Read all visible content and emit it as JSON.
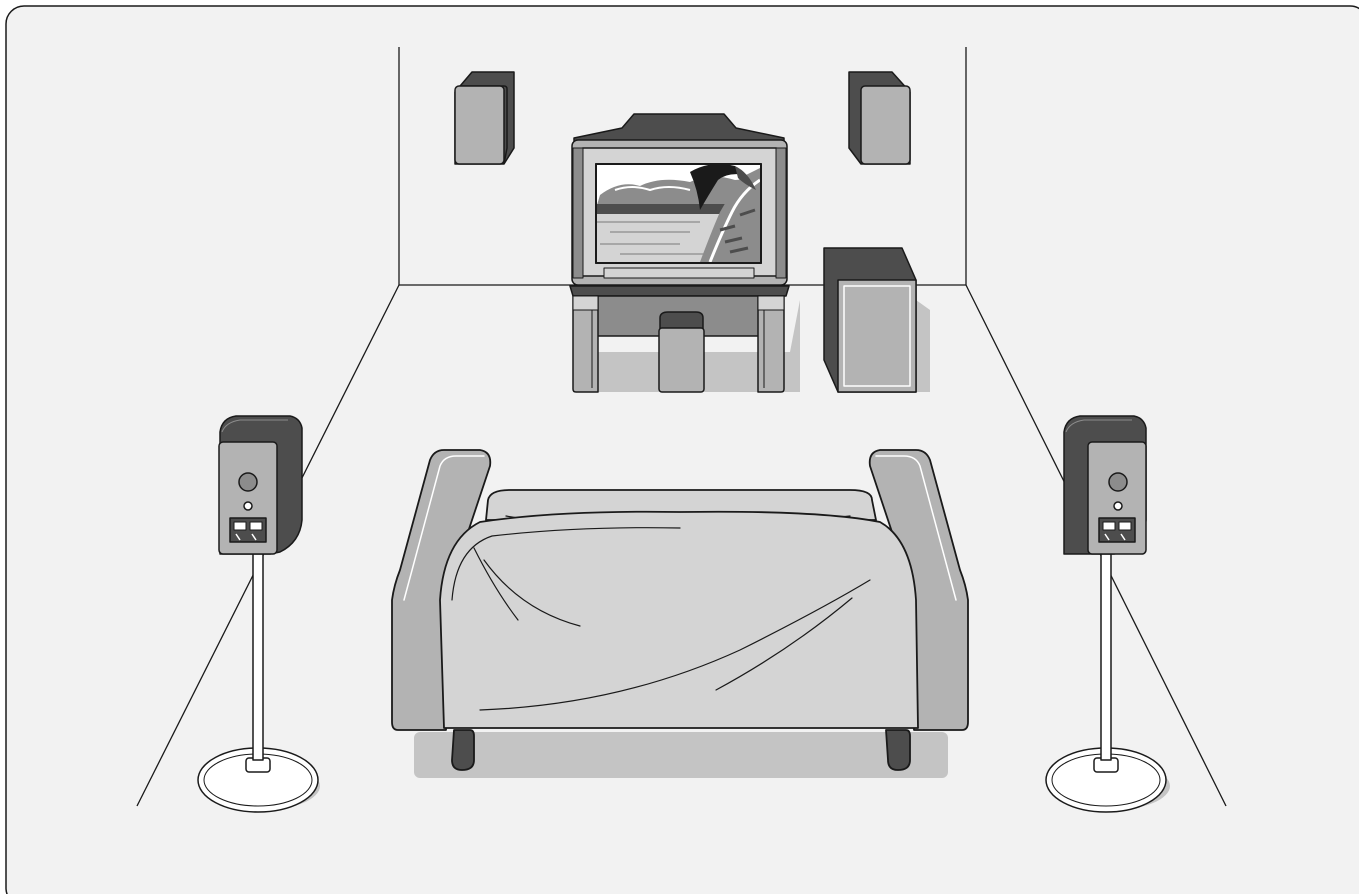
{
  "diagram": {
    "type": "home-theater-speaker-placement",
    "colors": {
      "panel": "#f2f2f2",
      "outline": "#1a1a1a",
      "dark": "#4d4d4d",
      "mid": "#8c8c8c",
      "light": "#b3b3b3",
      "pale": "#d4d4d4",
      "shadow": "#c4c4c4",
      "white": "#ffffff"
    },
    "objects": [
      {
        "name": "front-left-speaker",
        "icon": "speaker-icon"
      },
      {
        "name": "front-right-speaker",
        "icon": "speaker-icon"
      },
      {
        "name": "television",
        "icon": "tv-icon"
      },
      {
        "name": "center-speaker",
        "icon": "speaker-icon"
      },
      {
        "name": "subwoofer",
        "icon": "subwoofer-icon"
      },
      {
        "name": "sofa",
        "icon": "sofa-icon"
      },
      {
        "name": "surround-left-speaker",
        "icon": "speaker-stand-icon"
      },
      {
        "name": "surround-right-speaker",
        "icon": "speaker-stand-icon"
      }
    ]
  }
}
